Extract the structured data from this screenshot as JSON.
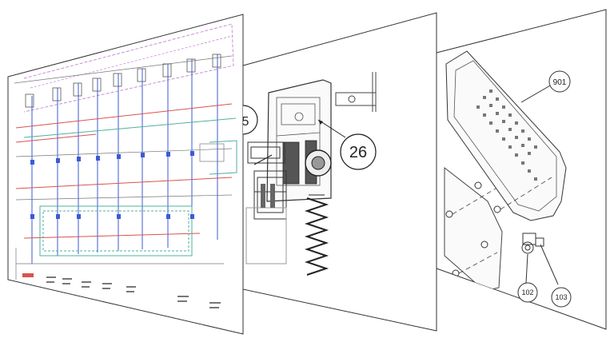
{
  "panels": [
    {
      "id": "schematic",
      "kind": "electrical-schematic",
      "colors": {
        "red": "#d9534f",
        "blue": "#3b5bd6",
        "teal": "#4fb0a0",
        "magenta": "#c98fd6",
        "ink": "#555555"
      }
    },
    {
      "id": "mechanism",
      "kind": "mechanical-assembly",
      "callouts": [
        "26",
        "5"
      ]
    },
    {
      "id": "housing",
      "kind": "exploded-view",
      "callouts": [
        "901",
        "102",
        "103"
      ]
    }
  ],
  "colors": {
    "panel_border": "#333333",
    "shadow": "#e8e8e8",
    "line_art": "#444444"
  }
}
